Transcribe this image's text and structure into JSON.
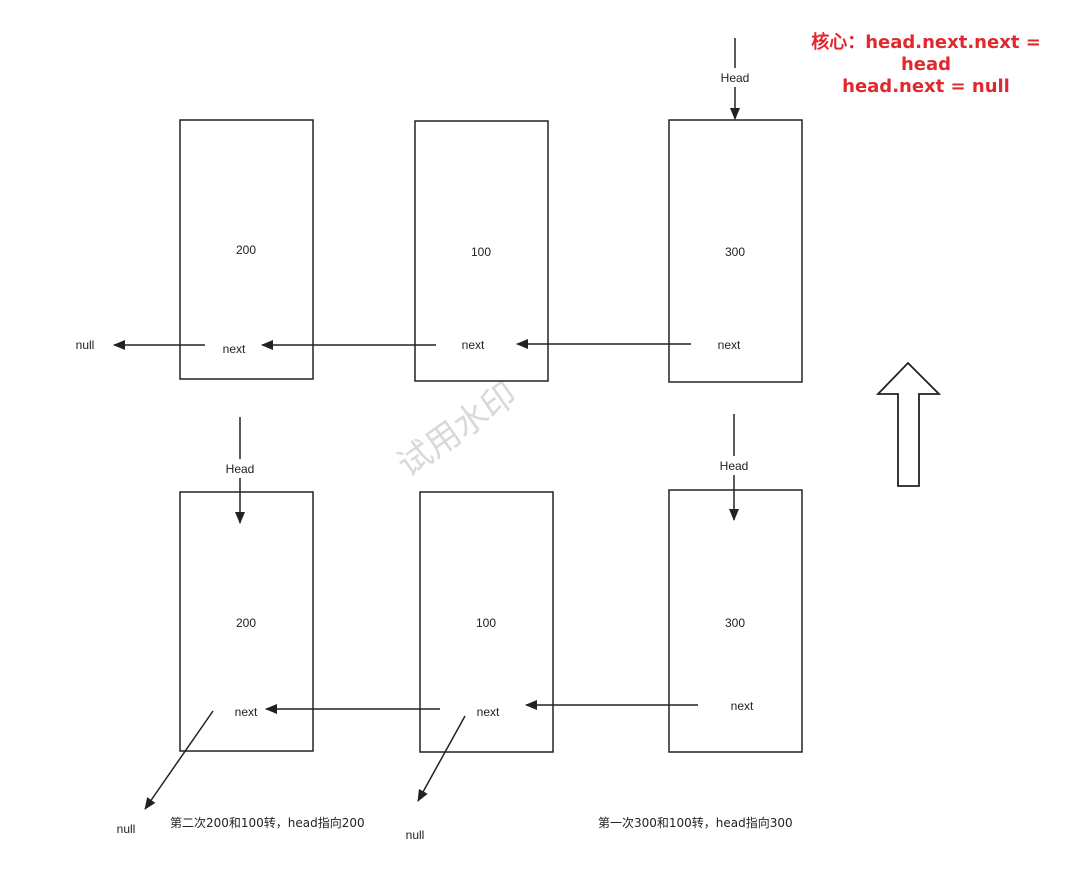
{
  "colors": {
    "line": "#222222",
    "note": "#e0282e",
    "watermark": "#d9d9d9"
  },
  "note": {
    "line1": "核心：head.next.next = head",
    "line2": "head.next = null"
  },
  "watermark": "试用水印",
  "top_row": {
    "nodes": [
      {
        "value": "200",
        "next_label": "next"
      },
      {
        "value": "100",
        "next_label": "next"
      },
      {
        "value": "300",
        "next_label": "next"
      }
    ],
    "head_label": "Head",
    "null_label": "null"
  },
  "bottom_row": {
    "nodes": [
      {
        "value": "200",
        "next_label": "next"
      },
      {
        "value": "100",
        "next_label": "next"
      },
      {
        "value": "300",
        "next_label": "next"
      }
    ],
    "head_labels": [
      "Head",
      "Head"
    ],
    "null_labels": [
      "null",
      "null"
    ]
  },
  "captions": {
    "left": "第二次200和100转，head指向200",
    "right": "第一次300和100转，head指向300"
  },
  "direction_icon": "up-arrow-outline-icon"
}
